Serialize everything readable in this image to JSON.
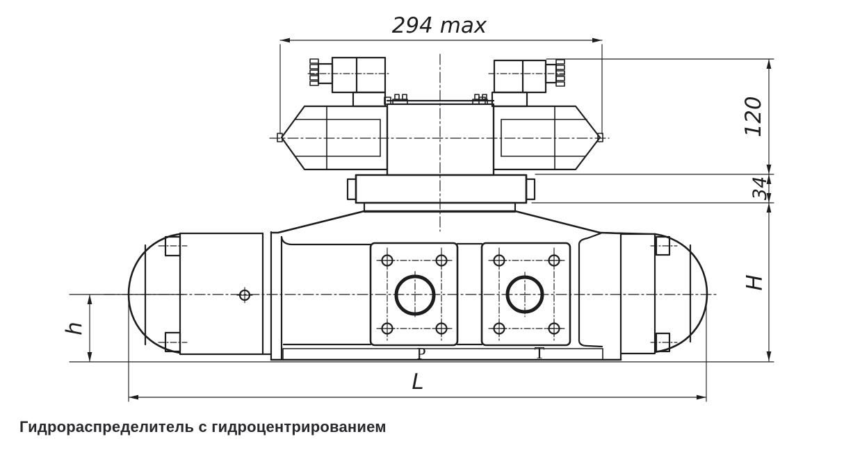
{
  "figure": {
    "caption": "Гидрораспределитель с гидроцентрированием",
    "dims": {
      "overall_width": "294 max",
      "solenoid_height": "120",
      "pilot_height": "34",
      "body_height": "H",
      "axis_height": "h",
      "body_length": "L"
    },
    "ports": {
      "p": "P",
      "t": "T"
    },
    "colors": {
      "line": "#1d1d1f",
      "caption_text": "#28282c",
      "background": "#ffffff"
    }
  }
}
